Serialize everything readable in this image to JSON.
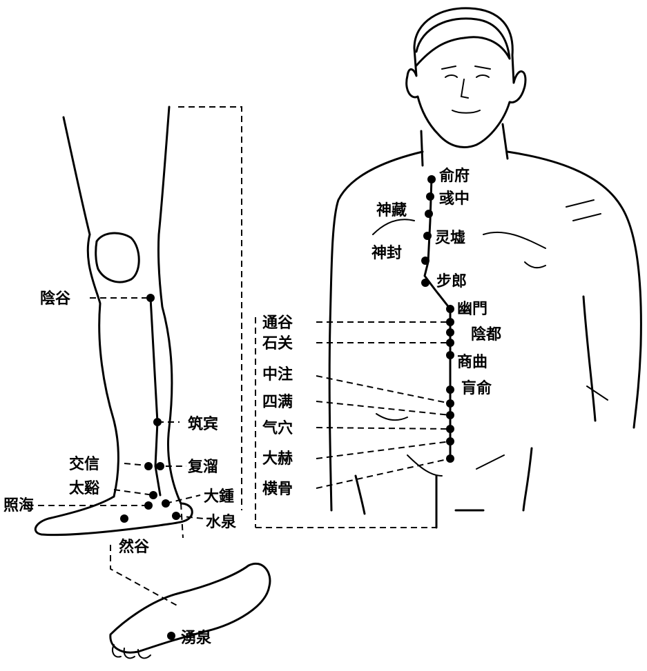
{
  "labels": {
    "shufu": "俞府",
    "yuzhong": "彧中",
    "shencang": "神藏",
    "lingxu": "灵墟",
    "shenfeng": "神封",
    "bulang": "步郎",
    "youmen": "幽門",
    "tonggu": "通谷",
    "yindu": "陰都",
    "shiguan": "石关",
    "shangqu": "商曲",
    "zhongzhu": "中注",
    "huangshu": "肓俞",
    "siman": "四满",
    "qixue": "气穴",
    "dahe": "大赫",
    "henggu": "横骨",
    "yingu": "陰谷",
    "zhubin": "筑宾",
    "jiaoxin": "交信",
    "fuliu": "复溜",
    "taixi": "太谿",
    "zhaohai": "照海",
    "dazhong": "大鍾",
    "shuiquan": "水泉",
    "rangu": "然谷",
    "yongquan": "湧泉"
  }
}
